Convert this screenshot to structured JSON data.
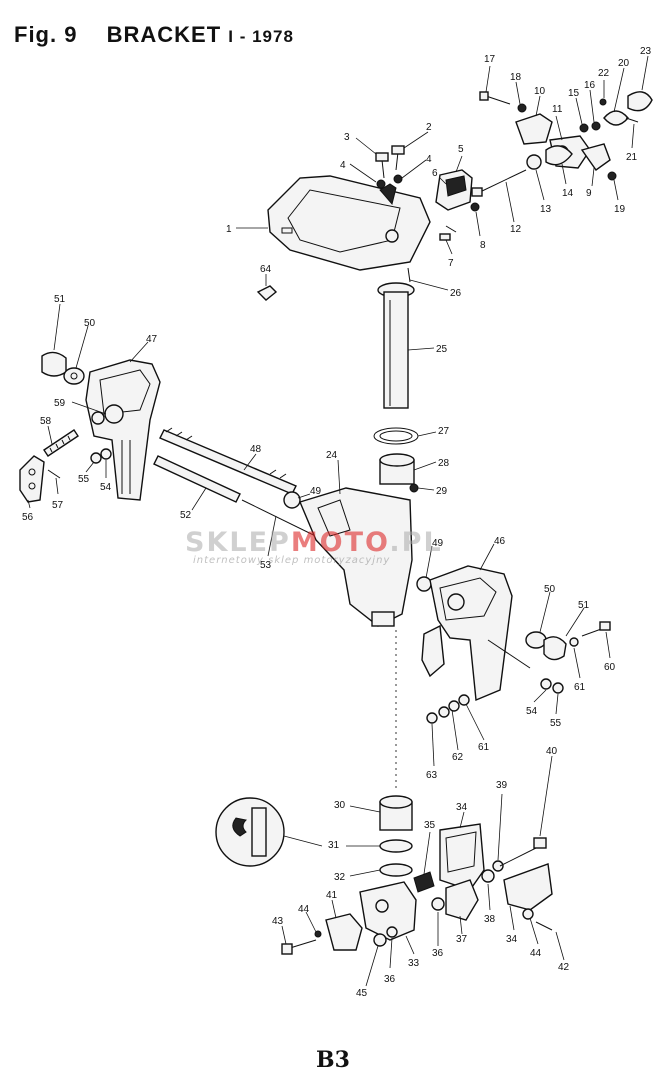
{
  "header": {
    "fig": "Fig. 9",
    "title": "BRACKET",
    "suffix": "I - 1978"
  },
  "watermark": {
    "brand_left": "SKLEP",
    "brand_mid": "MOTO",
    "brand_right": ".PL",
    "tagline": "internetowy sklep motoryzacyjny"
  },
  "page_code": "B3",
  "callouts": [
    "1",
    "2",
    "3",
    "4",
    "4",
    "5",
    "6",
    "7",
    "8",
    "9",
    "10",
    "11",
    "12",
    "13",
    "14",
    "15",
    "16",
    "17",
    "18",
    "19",
    "20",
    "21",
    "22",
    "23",
    "24",
    "25",
    "26",
    "27",
    "28",
    "29",
    "30",
    "31",
    "32",
    "33",
    "34",
    "34",
    "35",
    "36",
    "36",
    "37",
    "38",
    "39",
    "40",
    "41",
    "42",
    "43",
    "44",
    "44",
    "45",
    "46",
    "47",
    "48",
    "49",
    "49",
    "50",
    "50",
    "51",
    "51",
    "52",
    "53",
    "54",
    "54",
    "55",
    "55",
    "56",
    "57",
    "58",
    "59",
    "60",
    "61",
    "61",
    "62",
    "63",
    "64"
  ]
}
